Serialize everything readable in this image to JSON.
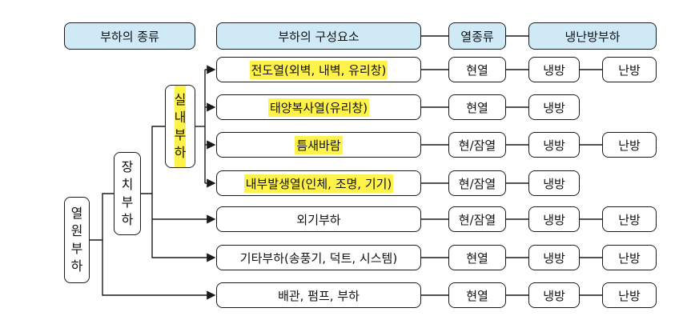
{
  "headers": {
    "type": "부하의 종류",
    "component": "부하의 구성요소",
    "heat_type": "열종류",
    "load": "냉난방부하"
  },
  "tree": {
    "root": [
      "열",
      "원",
      "부",
      "하"
    ],
    "device": [
      "장",
      "치",
      "부",
      "하"
    ],
    "indoor": [
      "실",
      "내",
      "부",
      "하"
    ]
  },
  "rows": [
    {
      "component": "전도열(외벽, 내벽, 유리창)",
      "heat": "현열",
      "cooling": "냉방",
      "heating": "난방",
      "highlighted": true
    },
    {
      "component": "태양복사열(유리창)",
      "heat": "현열",
      "cooling": "냉방",
      "heating": "",
      "highlighted": true
    },
    {
      "component": "틈새바람",
      "heat": "현/잠열",
      "cooling": "냉방",
      "heating": "난방",
      "highlighted": true
    },
    {
      "component": "내부발생열(인체, 조명, 기기)",
      "heat": "현/잠열",
      "cooling": "냉방",
      "heating": "",
      "highlighted": true
    },
    {
      "component": "외기부하",
      "heat": "현/잠열",
      "cooling": "냉방",
      "heating": "난방",
      "highlighted": false
    },
    {
      "component": "기타부하(송풍기, 덕트, 시스템)",
      "heat": "현열",
      "cooling": "냉방",
      "heating": "난방",
      "highlighted": false
    },
    {
      "component": "배관, 펌프, 부하",
      "heat": "현열",
      "cooling": "냉방",
      "heating": "난방",
      "highlighted": false
    }
  ],
  "colors": {
    "header_fill": "#cfe9f7",
    "highlight": "#fff34a",
    "line": "#1a1a1a"
  }
}
